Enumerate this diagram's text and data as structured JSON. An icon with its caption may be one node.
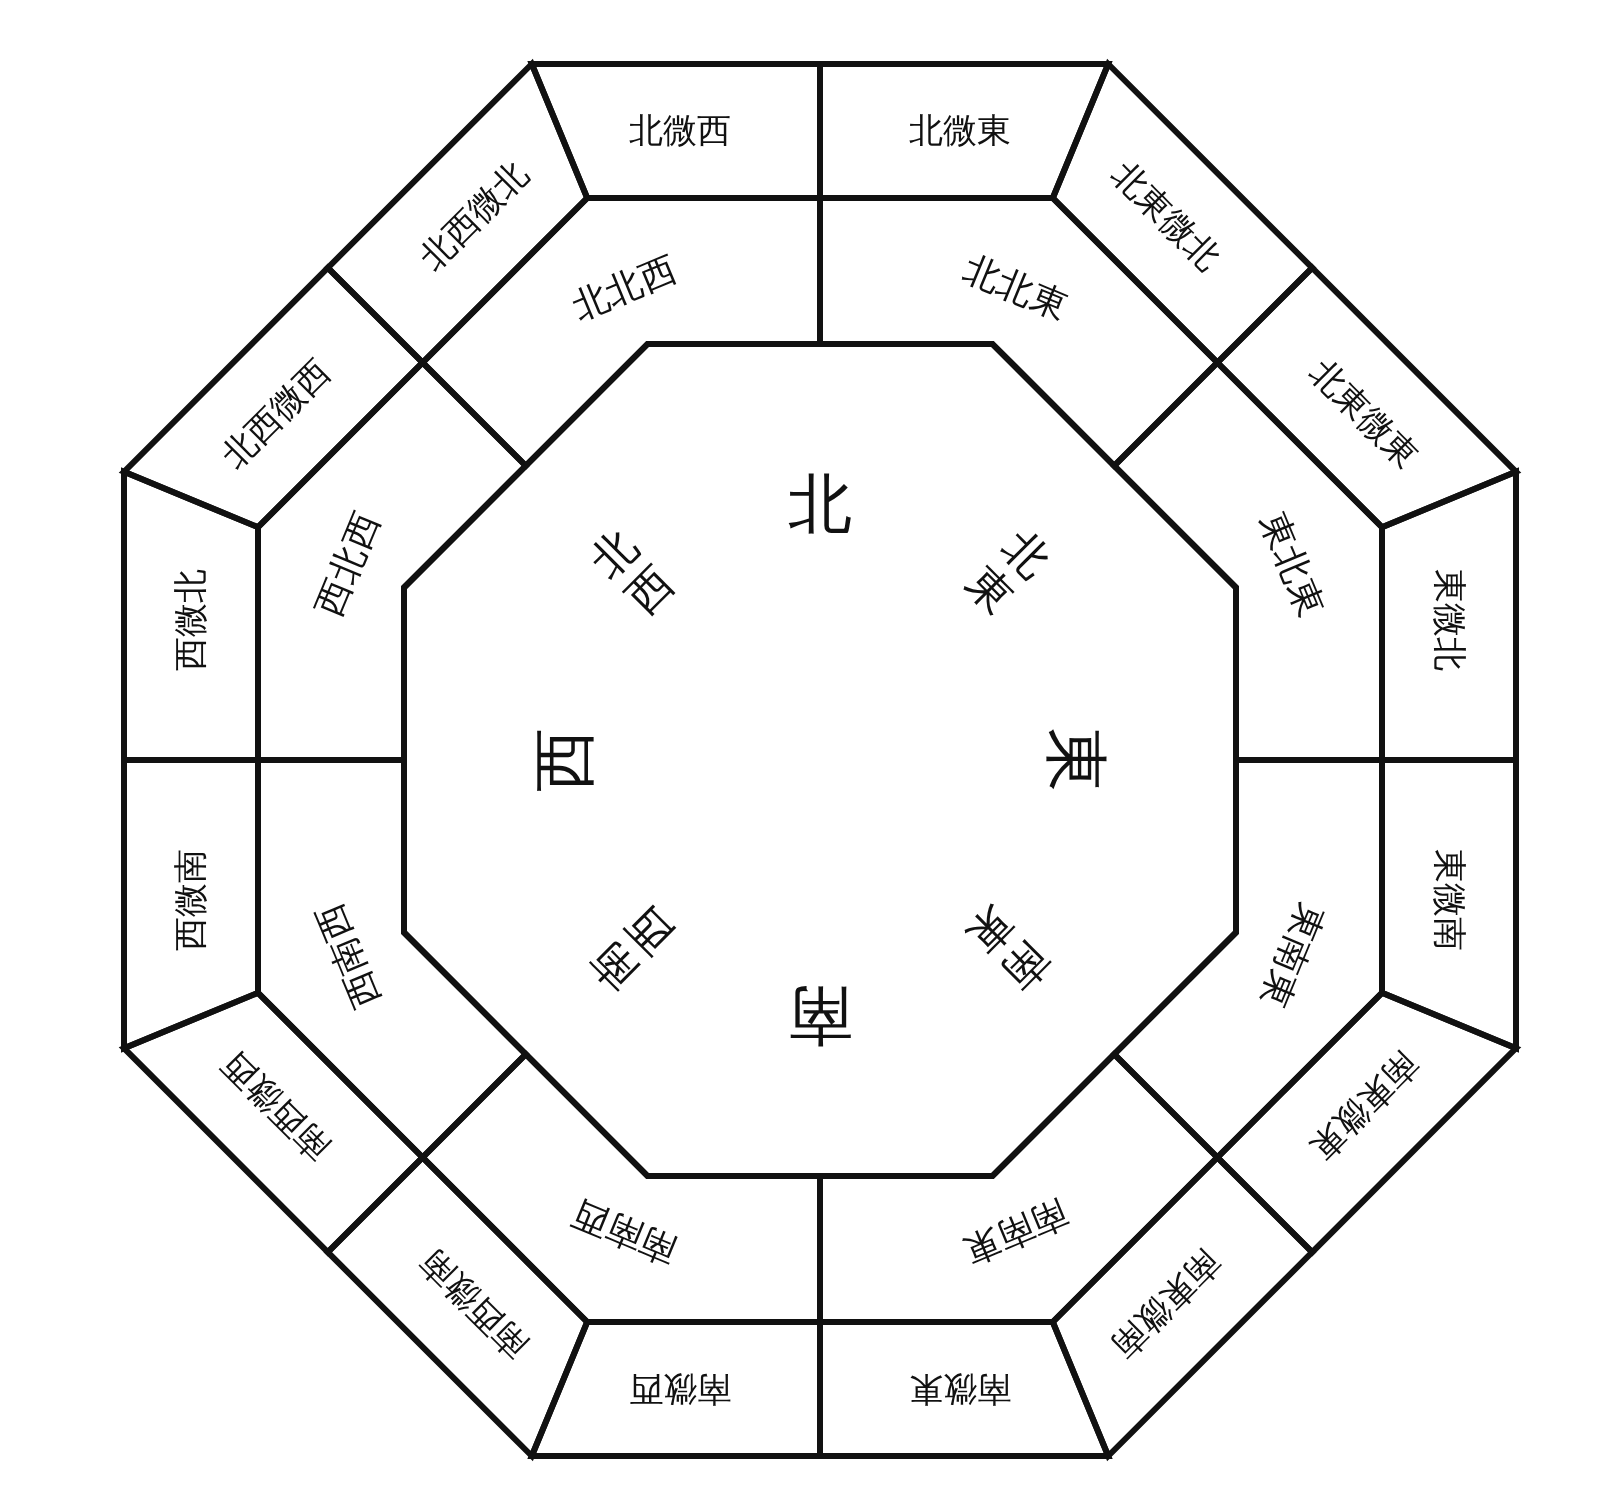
{
  "diagram": {
    "nodes": [
      {
        "text": [
          "北",
          "北東",
          "東",
          "南東",
          "南",
          "南西",
          "西",
          "北西"
        ]
      },
      {
        "text": [
          "北北東"
        ]
      },
      {
        "text": [
          "東北東"
        ]
      },
      {
        "text": [
          "東南東"
        ]
      },
      {
        "text": [
          "南南東"
        ]
      },
      {
        "text": [
          "南南西"
        ]
      },
      {
        "text": [
          "西南西"
        ]
      },
      {
        "text": [
          "西北西"
        ]
      },
      {
        "text": [
          "北北西"
        ]
      },
      {
        "text": [
          "北微東"
        ]
      },
      {
        "text": [
          "北東微北"
        ]
      },
      {
        "text": [
          "北東微東"
        ]
      },
      {
        "text": [
          "東微北"
        ]
      },
      {
        "text": [
          "東微南"
        ]
      },
      {
        "text": [
          "南東微東"
        ]
      },
      {
        "text": [
          "南東微南"
        ]
      },
      {
        "text": [
          "南微東"
        ]
      },
      {
        "text": [
          "南微西"
        ]
      },
      {
        "text": [
          "南西微南"
        ]
      },
      {
        "text": [
          "南西微西"
        ]
      },
      {
        "text": [
          "西微南"
        ]
      },
      {
        "text": [
          "西微北"
        ]
      },
      {
        "text": [
          "北西微西"
        ]
      },
      {
        "text": [
          "北西微北"
        ]
      },
      {
        "text": [
          "北微西"
        ]
      }
    ],
    "edges": []
  }
}
